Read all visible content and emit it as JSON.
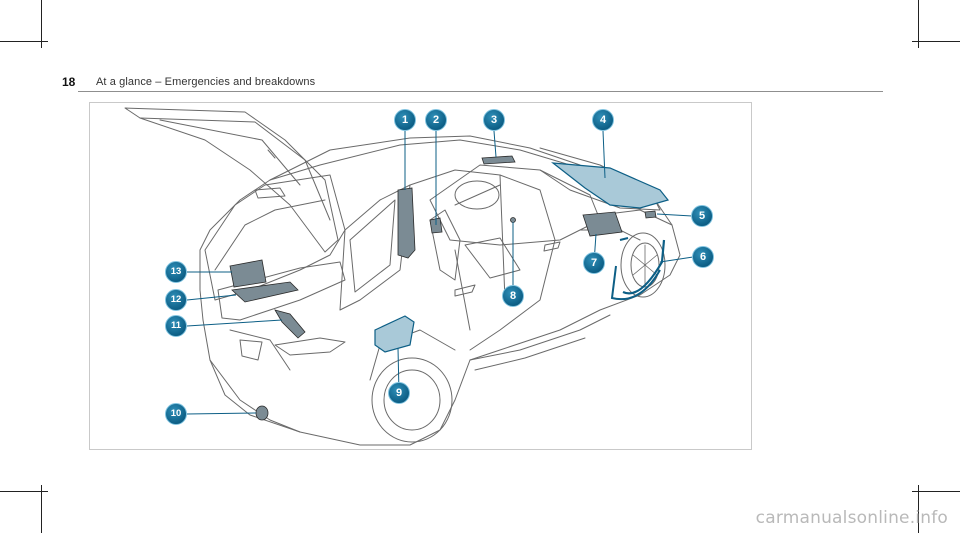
{
  "header": {
    "page_number": "18",
    "title": "At a glance – Emergencies and breakdowns"
  },
  "figure": {
    "callouts": [
      "1",
      "2",
      "3",
      "4",
      "5",
      "6",
      "7",
      "8",
      "9",
      "10",
      "11",
      "12",
      "13"
    ]
  },
  "watermark": "carmanualsonline.info",
  "colors": {
    "accent": "#0d5f86",
    "highlight": "#a9c9d8",
    "line": "#555555"
  }
}
